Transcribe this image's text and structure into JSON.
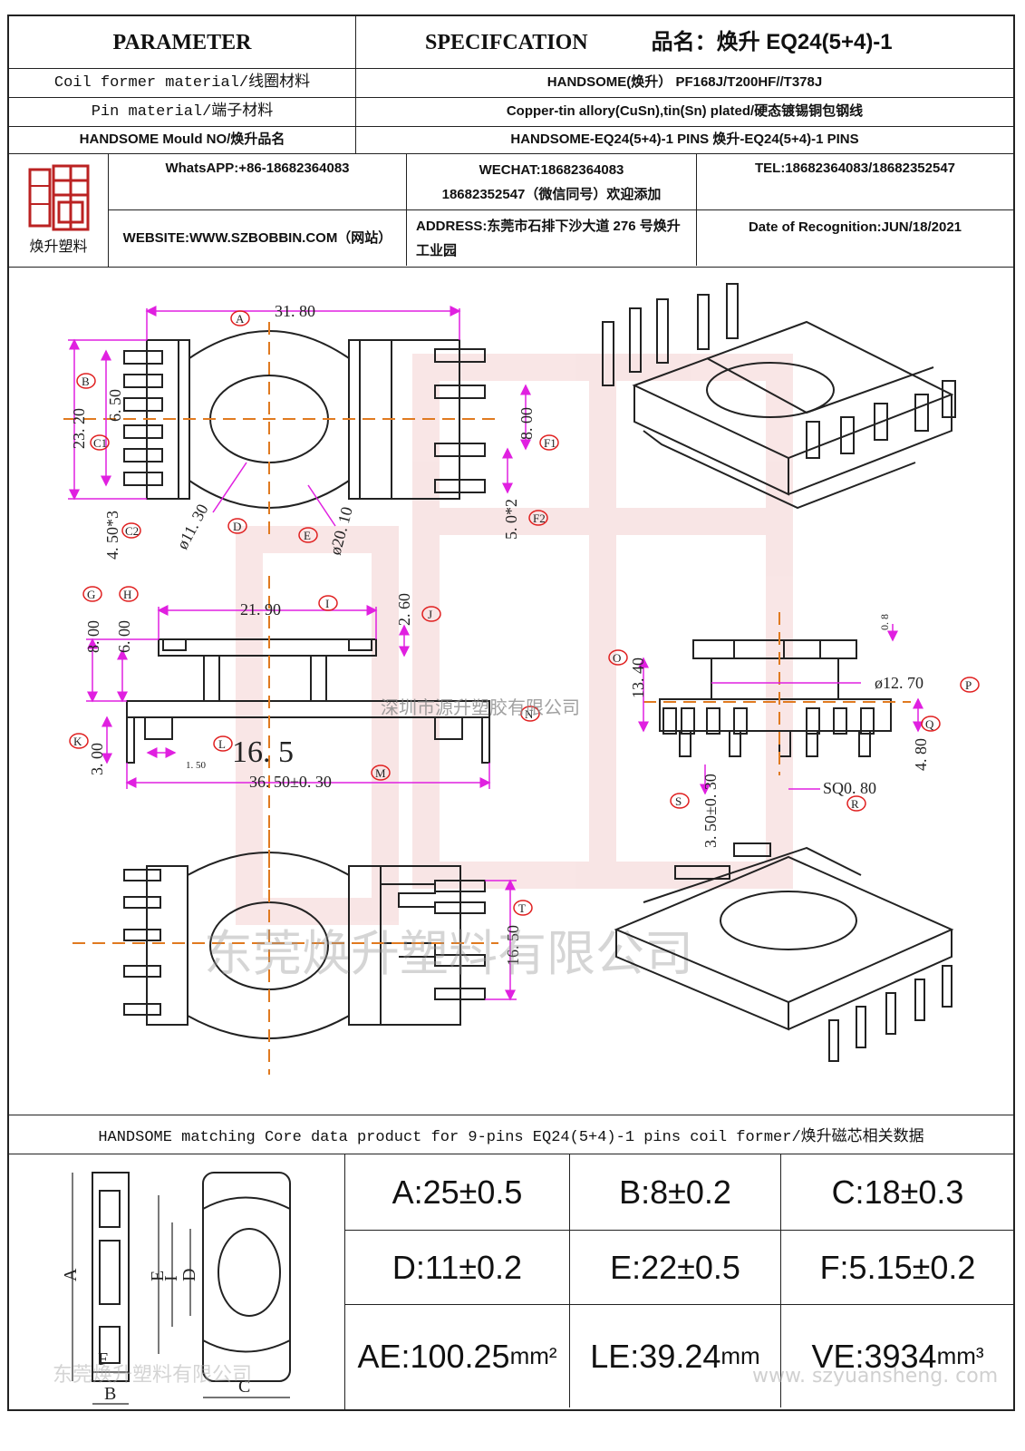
{
  "header": {
    "parameter": "PARAMETER",
    "specification": "SPECIFCATION",
    "product_name": "品名：焕升 EQ24(5+4)-1"
  },
  "rows": [
    {
      "label": "Coil former material/线圈材料",
      "value": "HANDSOME(焕升）  PF168J/T200HF//T378J"
    },
    {
      "label": "Pin material/端子材料",
      "value": "Copper-tin allory(CuSn),tin(Sn) plated/硬态镀锡铜包钢线"
    },
    {
      "label": "HANDSOME Mould NO/焕升品名",
      "value": "HANDSOME-EQ24(5+4)-1 PINS   焕升-EQ24(5+4)-1 PINS"
    }
  ],
  "company": {
    "logo_text": "焕升塑料",
    "whatsapp": "WhatsAPP:+86-18682364083",
    "wechat_line1": "WECHAT:18682364083",
    "wechat_line2": "18682352547（微信同号）欢迎添加",
    "tel": "TEL:18682364083/18682352547",
    "website": "WEBSITE:WWW.SZBOBBIN.COM（网站）",
    "address": "ADDRESS:东莞市石排下沙大道 276 号焕升工业园",
    "date": "Date of Recognition:JUN/18/2021"
  },
  "drawing": {
    "dims": {
      "A": "31. 80",
      "B": "6. 50",
      "height1": "23. 20",
      "F": "8. 00",
      "F2": "5. 0*2",
      "C2": "4. 50*3",
      "D": "ø11. 30",
      "E": "ø20. 10",
      "I": "21. 90",
      "J": "2. 60",
      "G": "8. 00",
      "H": "6. 00",
      "K": "3. 00",
      "L": "16. 5",
      "L_small": "1. 50",
      "M": "36. 50±0. 30",
      "top": "0. 8",
      "O": "13. 40",
      "P": "ø12. 70",
      "Q": "4. 80",
      "R": "SQ0. 80",
      "S": "3. 50±0. 30",
      "T": "16. 50"
    },
    "markers": [
      "A",
      "B",
      "C1",
      "C2",
      "D",
      "E",
      "F1",
      "F2",
      "G",
      "H",
      "I",
      "J",
      "K",
      "L",
      "M",
      "N",
      "O",
      "P",
      "Q",
      "R",
      "S",
      "T"
    ],
    "watermark_mid": "深圳市源升塑胶有限公司",
    "watermark_big": "东莞焕升塑料有限公司"
  },
  "core_title": "HANDSOME matching Core data  product for 9-pins EQ24(5+4)-1 pins coil former/焕升磁芯相关数据",
  "core_drawing": {
    "labels": [
      "A",
      "E",
      "I",
      "D",
      "F",
      "B",
      "C"
    ],
    "watermark": "东莞焕升塑料有限公司"
  },
  "core_data": [
    {
      "text": "A:25±0.5"
    },
    {
      "text": "B:8±0.2"
    },
    {
      "text": "C:18±0.3"
    },
    {
      "text": "D:11±0.2"
    },
    {
      "text": "E:22±0.5"
    },
    {
      "text": "F:5.15±0.2"
    },
    {
      "text": "AE:100.25",
      "unit": "mm²"
    },
    {
      "text": "LE:39.24",
      "unit": "mm"
    },
    {
      "text": "VE:3934",
      "unit": "mm³"
    }
  ],
  "footer_url": "www. szyuansheng. com",
  "colors": {
    "dimension": "#e020e0",
    "centerline": "#e07a20",
    "outline": "#222222"
  }
}
